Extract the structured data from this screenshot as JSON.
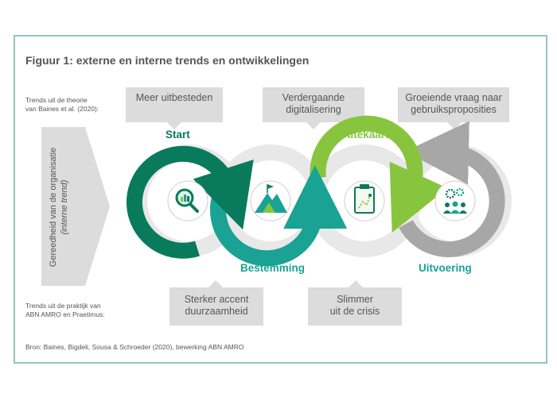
{
  "title": "Figuur 1: externe en interne trends en ontwikkelingen",
  "theory_label": [
    "Trends uit de theorie",
    "van Baines et al. (2020):"
  ],
  "practice_label": [
    "Trends uit de praktijk van",
    "ABN AMRO en Praetimus:"
  ],
  "readiness_label": [
    "Gereedheid van de organisatie",
    "(interne trend)"
  ],
  "top_trends": [
    {
      "lines": [
        "Meer uitbesteden",
        ""
      ]
    },
    {
      "lines": [
        "Verdergaande",
        "digitalisering"
      ]
    },
    {
      "lines": [
        "Groeiende vraag naar",
        "gebruikspropositie s"
      ]
    }
  ],
  "bottom_trends": [
    {
      "lines": [
        "Sterker accent",
        "duurzaamheid"
      ]
    },
    {
      "lines": [
        "Slimmer",
        "uit de crisis"
      ]
    }
  ],
  "stages": {
    "start": "Start",
    "bestemming": "Bestemming",
    "routekaart": "Routekaart",
    "uitvoering": "Uitvoering"
  },
  "source": "Bron: Baines, Bigdeli, Sousa & Schroeder (2020), bewerking ABN AMRO",
  "colors": {
    "dark_green": "#0a7a5c",
    "teal": "#1aa394",
    "lime": "#88c53e",
    "grey": "#a7a7a7",
    "light_grey": "#e8e8e8",
    "tab_grey": "#dcdcdc",
    "frame": "#8fc7c0"
  },
  "icons": [
    "magnifier-chart-icon",
    "mountain-flag-icon",
    "clipboard-route-icon",
    "team-gears-icon"
  ]
}
